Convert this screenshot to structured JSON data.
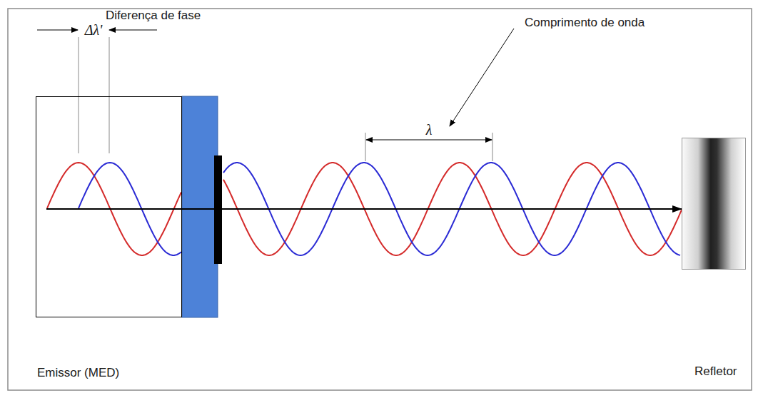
{
  "diagram": {
    "nodes": [
      {
        "text": [
          "Emissor (MED)"
        ]
      },
      {
        "text": [
          "Refletor"
        ]
      }
    ],
    "edges": [
      {
        "from": 0,
        "to": 1,
        "arrow": "to"
      }
    ],
    "labels": [
      "Diferença de fase",
      "Δλ'",
      "Comprimento de onda",
      "λ"
    ]
  }
}
